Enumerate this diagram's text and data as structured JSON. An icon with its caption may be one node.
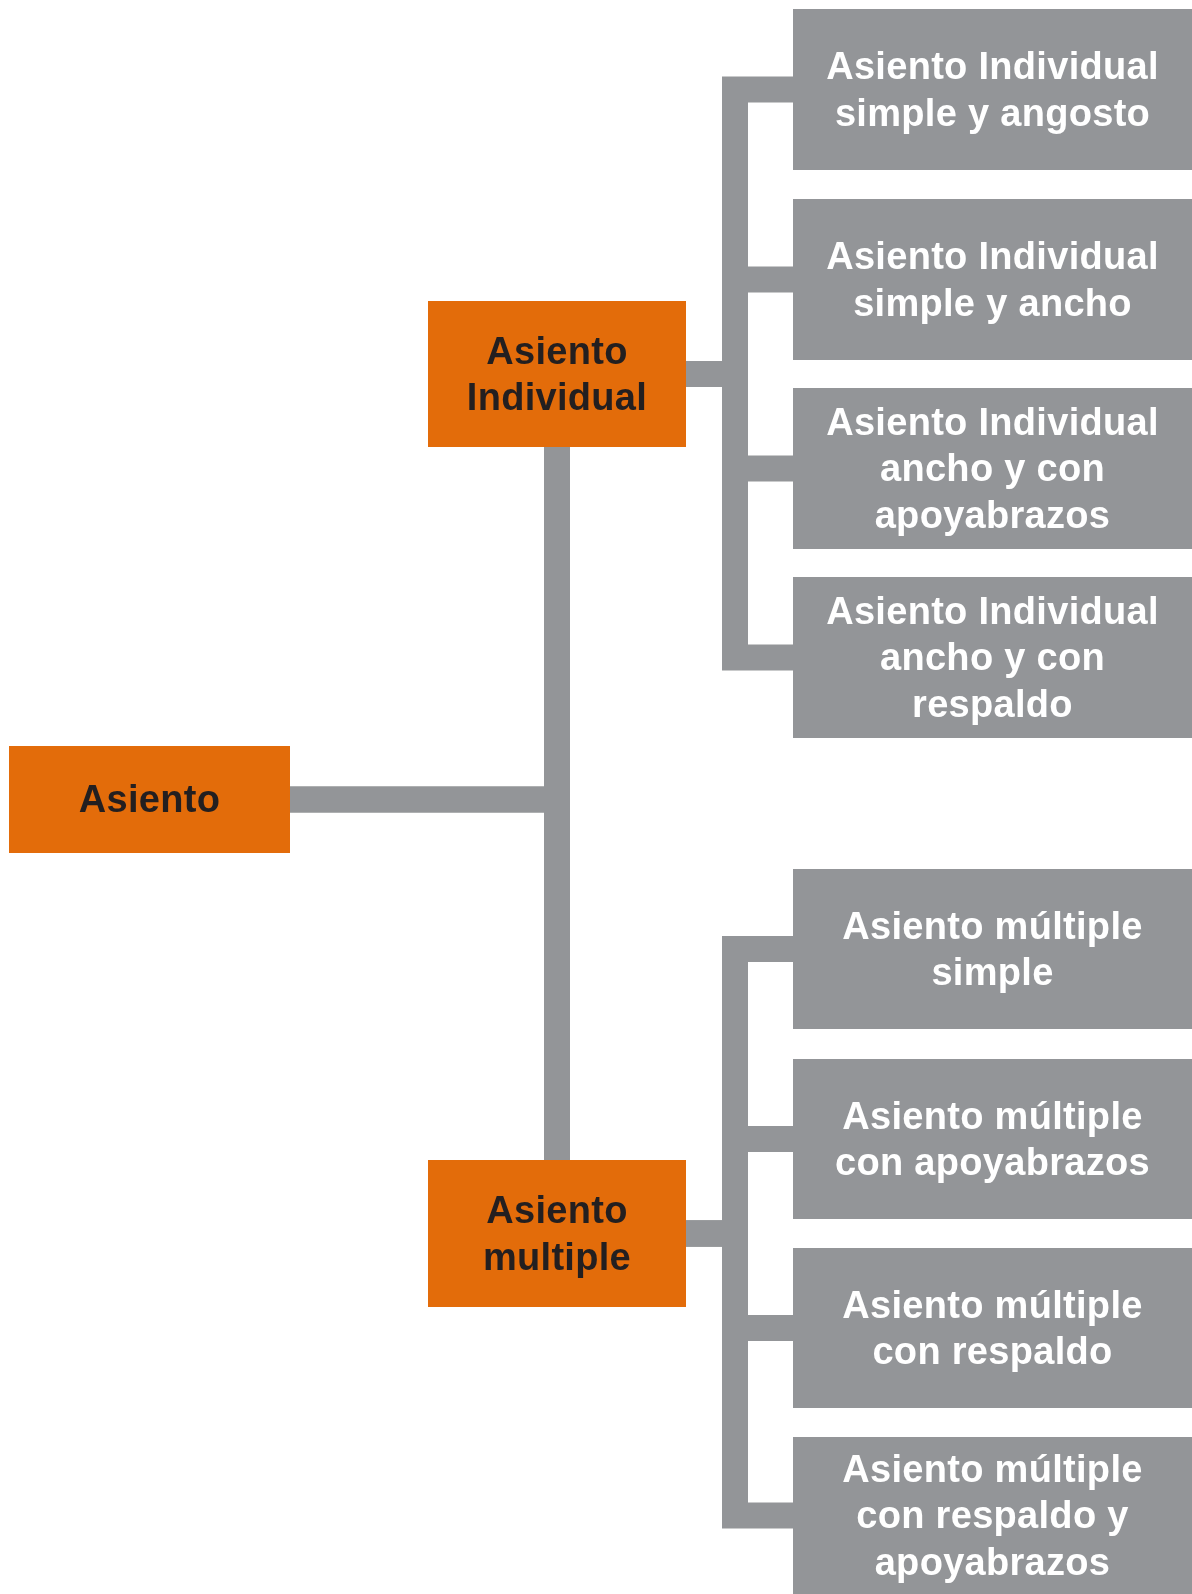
{
  "diagram": {
    "nodes": [
      {
        "text": [
          "Asiento"
        ]
      },
      {
        "text": [
          "Asiento Individual"
        ]
      },
      {
        "text": [
          "Asiento multiple"
        ]
      },
      {
        "text": [
          "Asiento Individual simple y angosto"
        ]
      },
      {
        "text": [
          "Asiento Individual simple y ancho"
        ]
      },
      {
        "text": [
          "Asiento Individual ancho y con apoyabrazos"
        ]
      },
      {
        "text": [
          "Asiento Individual ancho y con respaldo"
        ]
      },
      {
        "text": [
          "Asiento múltiple simple"
        ]
      },
      {
        "text": [
          "Asiento múltiple con apoyabrazos"
        ]
      },
      {
        "text": [
          "Asiento múltiple con respaldo"
        ]
      },
      {
        "text": [
          "Asiento múltiple con respaldo y apoyabrazos"
        ]
      }
    ],
    "edges": [
      {
        "from": 0,
        "to": 1,
        "arrow": "none"
      },
      {
        "from": 0,
        "to": 2,
        "arrow": "none"
      },
      {
        "from": 1,
        "to": 3,
        "arrow": "none"
      },
      {
        "from": 1,
        "to": 4,
        "arrow": "none"
      },
      {
        "from": 1,
        "to": 5,
        "arrow": "none"
      },
      {
        "from": 1,
        "to": 6,
        "arrow": "none"
      },
      {
        "from": 2,
        "to": 7,
        "arrow": "none"
      },
      {
        "from": 2,
        "to": 8,
        "arrow": "none"
      },
      {
        "from": 2,
        "to": 9,
        "arrow": "none"
      },
      {
        "from": 2,
        "to": 10,
        "arrow": "none"
      }
    ]
  }
}
